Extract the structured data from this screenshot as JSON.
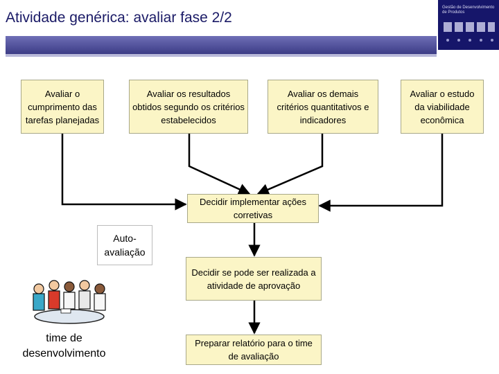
{
  "header": {
    "title": "Atividade genérica: avaliar fase 2/2",
    "logo_text": "Gestão de Desenvolvimento de Produtos"
  },
  "boxes": {
    "b1": "Avaliar o cumprimento das tarefas planejadas",
    "b2": "Avaliar os resultados obtidos segundo os critérios estabelecidos",
    "b3": "Avaliar os demais critérios quantitativos e indicadores",
    "b4": "Avaliar o estudo da viabilidade econômica",
    "decide_corrective": "Decidir implementar ações corretivas",
    "decide_approval": "Decidir se pode ser realizada a atividade de aprovação",
    "report": "Preparar relatório para o time de avaliação",
    "self_eval": "Auto-avaliação"
  },
  "team": {
    "label": "time de desenvolvimento",
    "icon": "team-meeting-icon"
  },
  "colors": {
    "box_fill": "#fbf5c6",
    "band": "#4a4a96",
    "title": "#1a1a66",
    "connector": "#000000"
  }
}
